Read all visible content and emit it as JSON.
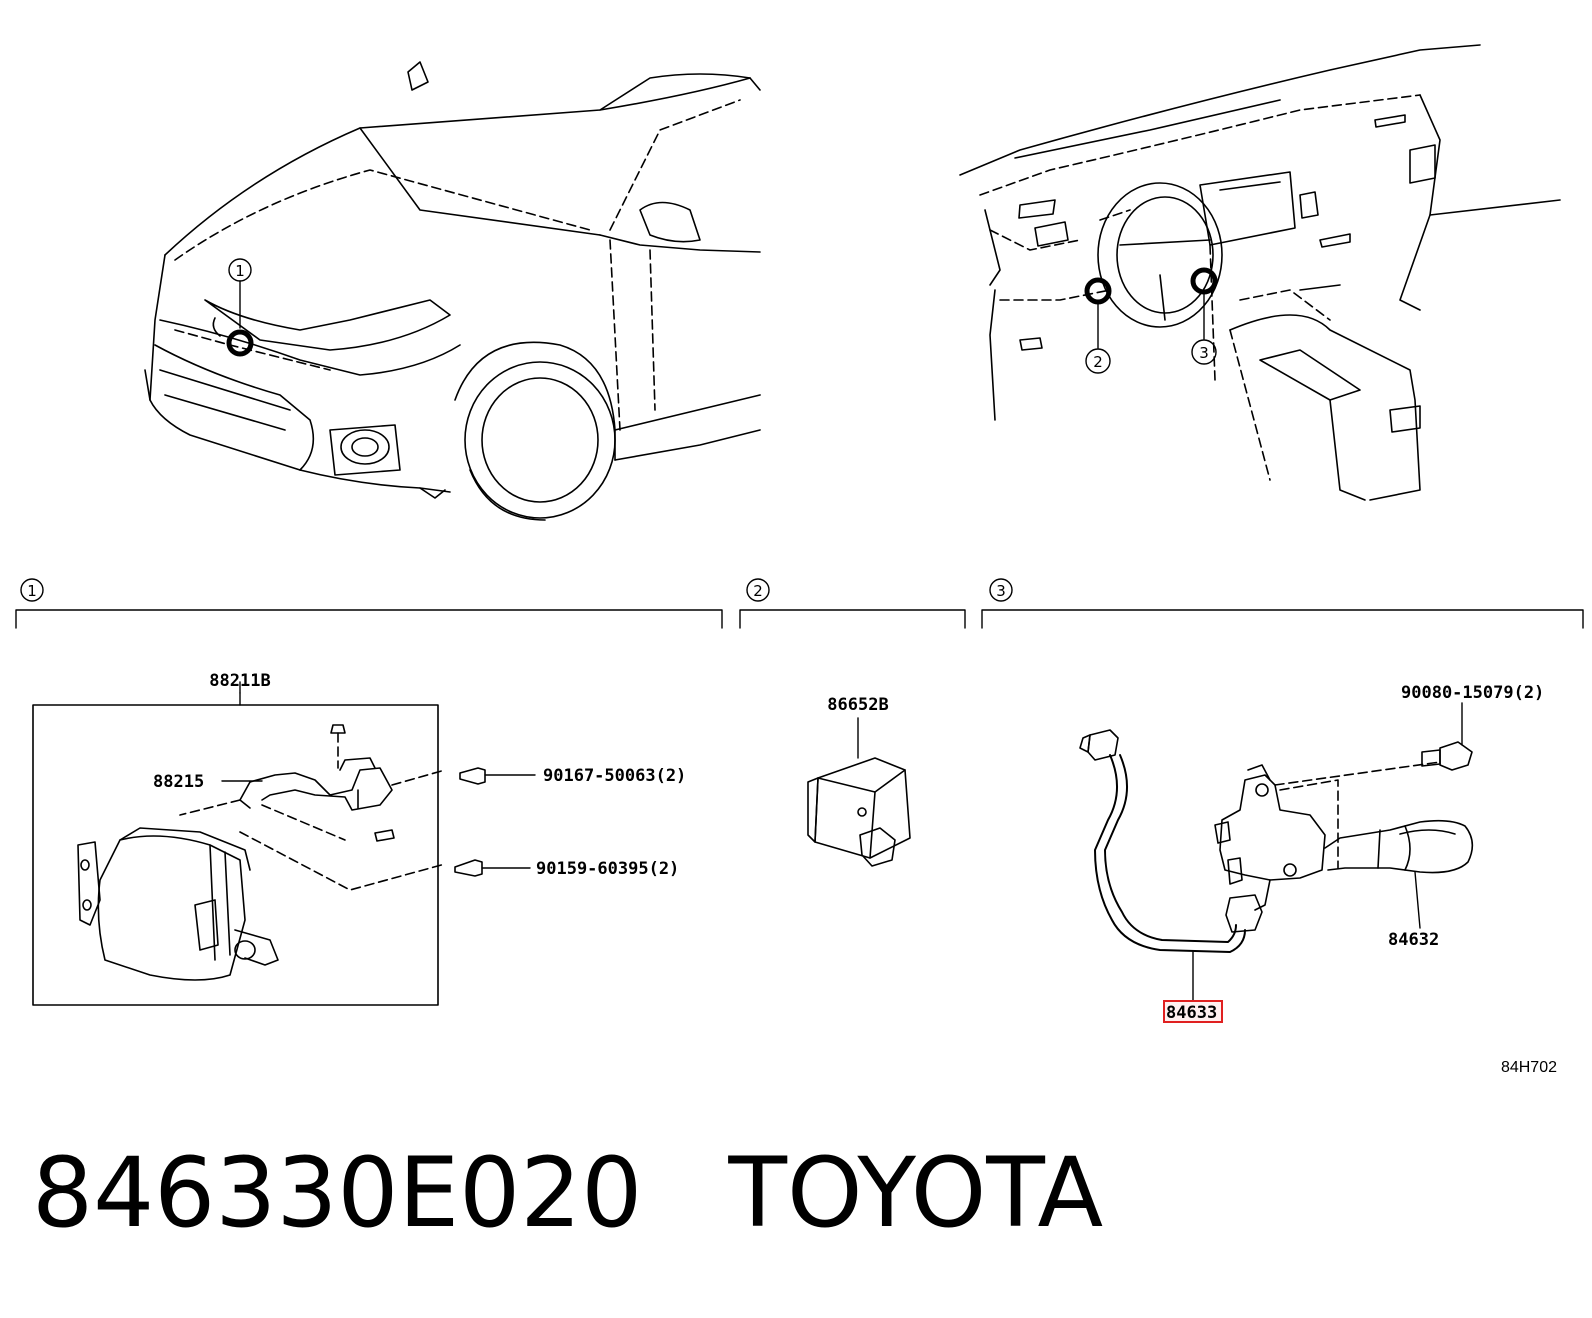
{
  "callouts": [
    "1",
    "2",
    "3"
  ],
  "parts": {
    "sensor_assy": "88211B",
    "bracket": "88215",
    "bolt_a": "90167-50063(2)",
    "bolt_b": "90159-60395(2)",
    "relay": "86652B",
    "screw": "90080-15079(2)",
    "switch": "84632",
    "wire": "84633"
  },
  "diagram_ref": "84H702",
  "part_number": "846330E020",
  "brand": "TOYOTA",
  "colors": {
    "line": "#000000",
    "highlight": "#e02020"
  }
}
